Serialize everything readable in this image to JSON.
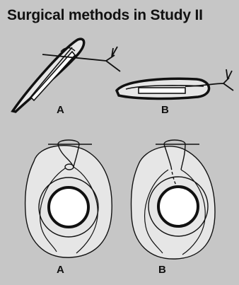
{
  "title": "Surgical methods in Study II",
  "labels": {
    "top_left": "A",
    "top_right": "B",
    "bottom_left": "A",
    "bottom_right": "B"
  },
  "colors": {
    "panel_bg": "#c6c6c6",
    "stroke": "#111111",
    "fill_light": "#e6e6e6",
    "implant": "#ffffff"
  }
}
